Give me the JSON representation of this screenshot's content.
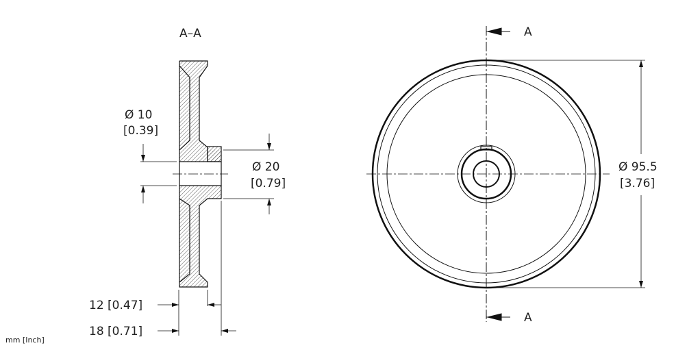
{
  "section_view": {
    "title": "A–A",
    "bore_diameter": {
      "mm": "Ø 10",
      "inch": "[0.39]"
    },
    "hub_diameter": {
      "mm": "Ø 20",
      "inch": "[0.79]"
    },
    "wheel_width": "12 [0.47]",
    "total_width": "18 [0.71]"
  },
  "front_view": {
    "section_mark_top": "A",
    "section_mark_bottom": "A",
    "outer_diameter": {
      "mm": "Ø 95.5",
      "inch": "[3.76]"
    }
  },
  "units_note": "mm [Inch]"
}
